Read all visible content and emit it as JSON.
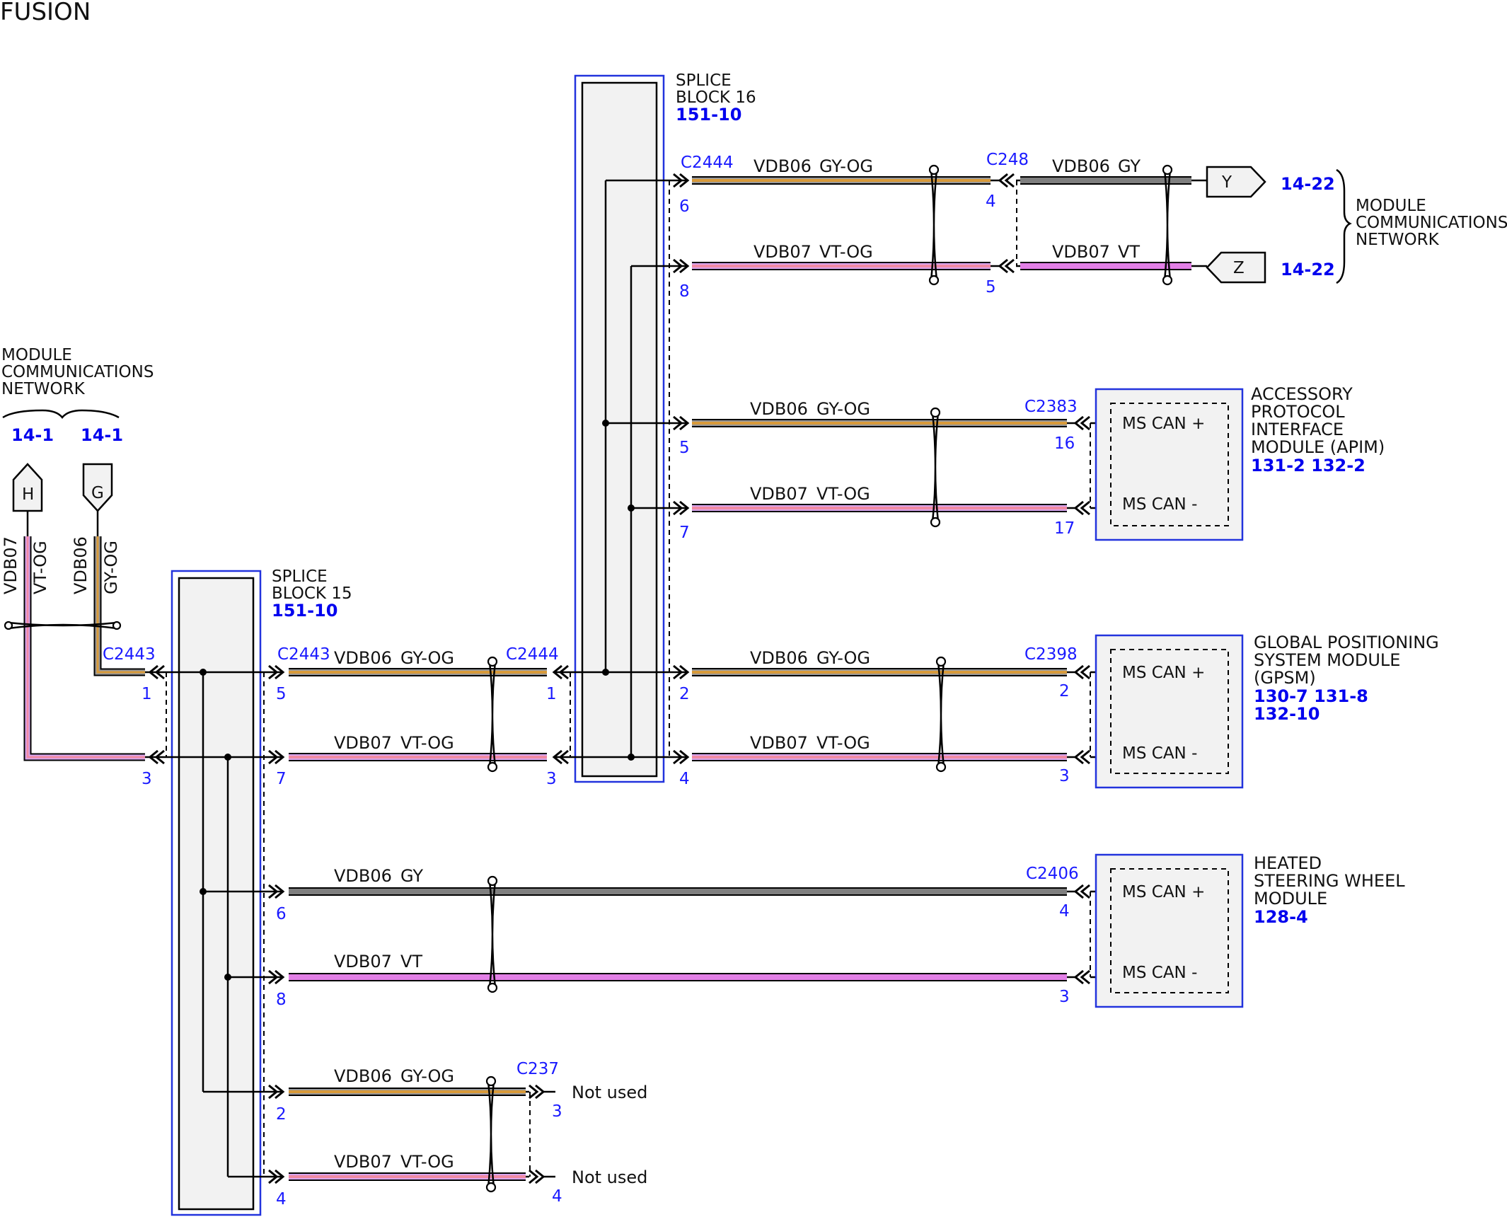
{
  "title": "FUSION",
  "colors": {
    "orange": "#d89a3a",
    "gray": "#7f7f7f",
    "pink": "#f08aa4",
    "violet": "#e27fe6",
    "connector_blue": "#1a1aff",
    "frame_blue": "#2233dd"
  },
  "left_network": {
    "label": [
      "MODULE",
      "COMMUNICATIONS",
      "NETWORK"
    ],
    "refs": [
      "14-1",
      "14-1"
    ],
    "tags": [
      "H",
      "G"
    ],
    "wire_h": {
      "circuit": "VDB07",
      "color": "VT-OG"
    },
    "wire_g": {
      "circuit": "VDB06",
      "color": "GY-OG"
    }
  },
  "splice15": {
    "label": [
      "SPLICE",
      "BLOCK 15"
    ],
    "ref": "151-10",
    "in_connector": "C2443",
    "out_connector": "C2443",
    "in_pins": [
      "1",
      "3"
    ],
    "out_pins": [
      "5",
      "7",
      "6",
      "8",
      "2",
      "4"
    ]
  },
  "splice16": {
    "label": [
      "SPLICE",
      "BLOCK 16"
    ],
    "ref": "151-10",
    "in_connector": "C2444",
    "out_connector": "C2444",
    "in_pins": [
      "1",
      "3"
    ],
    "out_pins": [
      "6",
      "8",
      "5",
      "7",
      "2",
      "4"
    ]
  },
  "wires": {
    "s15_1": {
      "circuit": "VDB06",
      "color": "GY-OG"
    },
    "s15_2": {
      "circuit": "VDB07",
      "color": "VT-OG"
    },
    "s15_3": {
      "circuit": "VDB06",
      "color": "GY"
    },
    "s15_4": {
      "circuit": "VDB07",
      "color": "VT"
    },
    "s15_5": {
      "circuit": "VDB06",
      "color": "GY-OG"
    },
    "s15_6": {
      "circuit": "VDB07",
      "color": "VT-OG"
    },
    "s16_1": {
      "circuit": "VDB06",
      "color": "GY-OG"
    },
    "s16_2": {
      "circuit": "VDB07",
      "color": "VT-OG"
    },
    "s16_3": {
      "circuit": "VDB06",
      "color": "GY-OG"
    },
    "s16_4": {
      "circuit": "VDB07",
      "color": "VT-OG"
    },
    "s16_5": {
      "circuit": "VDB06",
      "color": "GY-OG"
    },
    "s16_6": {
      "circuit": "VDB07",
      "color": "VT-OG"
    },
    "c248_1": {
      "circuit": "VDB06",
      "color": "GY"
    },
    "c248_2": {
      "circuit": "VDB07",
      "color": "VT"
    }
  },
  "c248": {
    "connector": "C248",
    "pins": [
      "4",
      "5"
    ]
  },
  "right_network": {
    "tags": [
      "Y",
      "Z"
    ],
    "refs": [
      "14-22",
      "14-22"
    ],
    "label": [
      "MODULE",
      "COMMUNICATIONS",
      "NETWORK"
    ]
  },
  "apim": {
    "connector": "C2383",
    "pins": [
      "16",
      "17"
    ],
    "terminals": [
      "MS CAN +",
      "MS CAN -"
    ],
    "name": [
      "ACCESSORY",
      "PROTOCOL",
      "INTERFACE",
      "MODULE (APIM)"
    ],
    "refs": "131-2 132-2"
  },
  "gpsm": {
    "connector": "C2398",
    "pins": [
      "2",
      "3"
    ],
    "terminals": [
      "MS CAN +",
      "MS CAN -"
    ],
    "name": [
      "GLOBAL POSITIONING",
      "SYSTEM MODULE",
      "(GPSM)"
    ],
    "refs": [
      "130-7 131-8",
      "132-10"
    ]
  },
  "hswm": {
    "connector": "C2406",
    "pins": [
      "4",
      "3"
    ],
    "terminals": [
      "MS CAN +",
      "MS CAN -"
    ],
    "name": [
      "HEATED",
      "STEERING WHEEL",
      "MODULE"
    ],
    "refs": "128-4"
  },
  "c237": {
    "connector": "C237",
    "pins": [
      "3",
      "4"
    ],
    "status": [
      "Not used",
      "Not used"
    ]
  }
}
